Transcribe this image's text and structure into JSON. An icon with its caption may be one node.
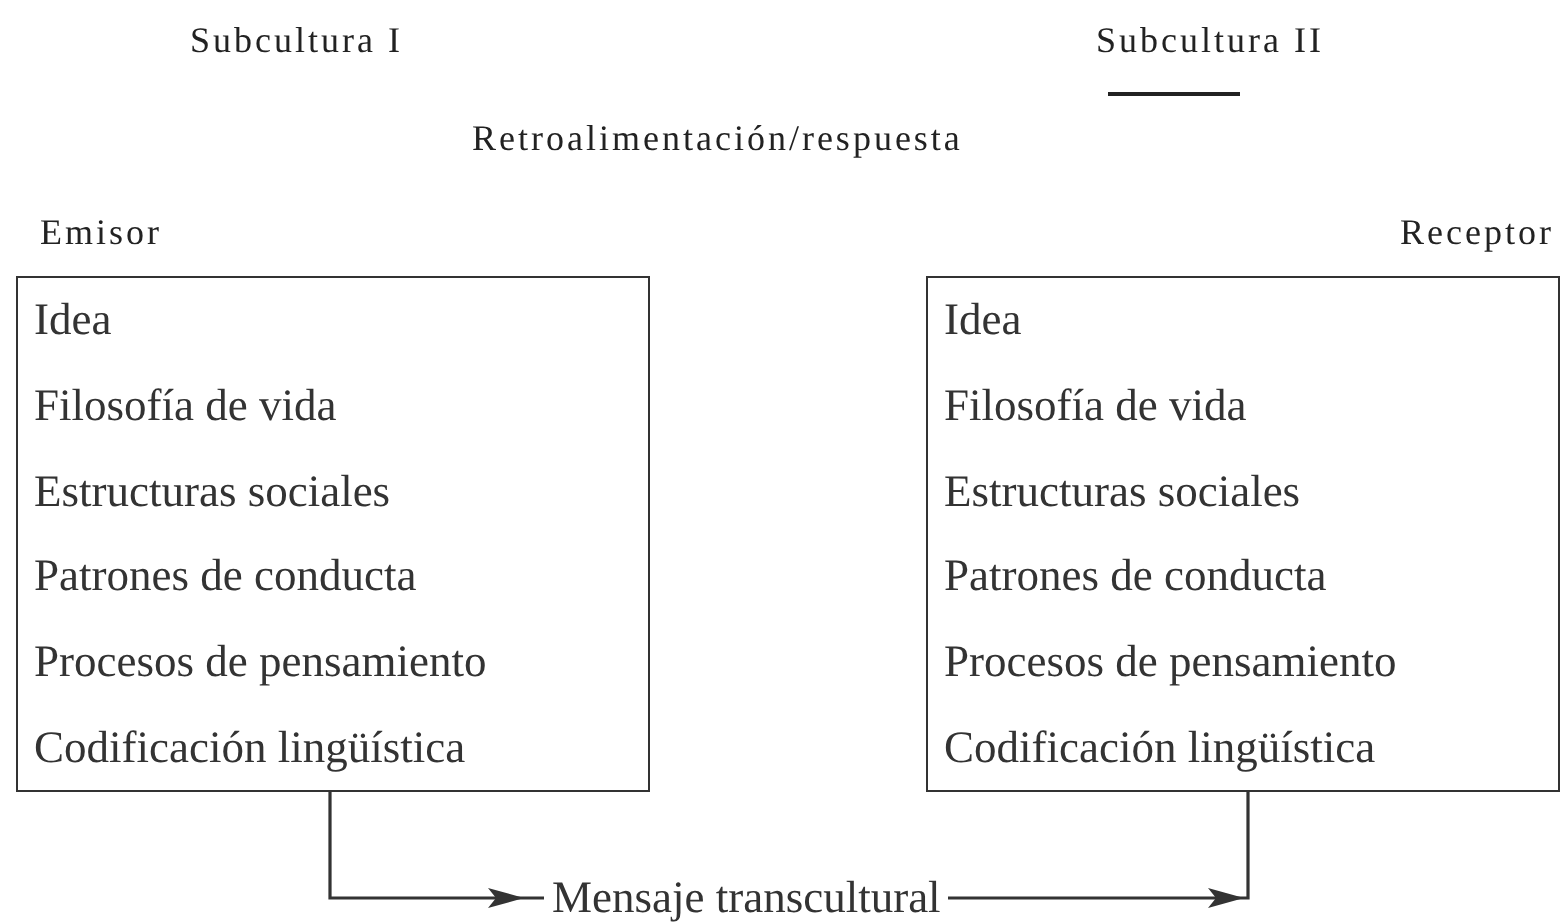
{
  "diagram": {
    "nodes": [
      {
        "text": [
          "Emisor",
          "Idea",
          "Filosofía de vida",
          "Estructuras sociales",
          "Patrones de conducta",
          "Procesos de pensamiento",
          "Codificación lingüística"
        ]
      },
      {
        "text": [
          "Receptor",
          "Idea",
          "Filosofía de vida",
          "Estructuras sociales",
          "Patrones de conducta",
          "Procesos de pensamiento",
          "Codificación lingüística"
        ]
      }
    ],
    "edges": [
      {
        "from": 0,
        "to": 1,
        "arrow": "to",
        "label": "Mensaje transcultural"
      }
    ],
    "labels": [
      "Subcultura I",
      "Subcultura II",
      "Retroalimentación/respuesta"
    ]
  }
}
